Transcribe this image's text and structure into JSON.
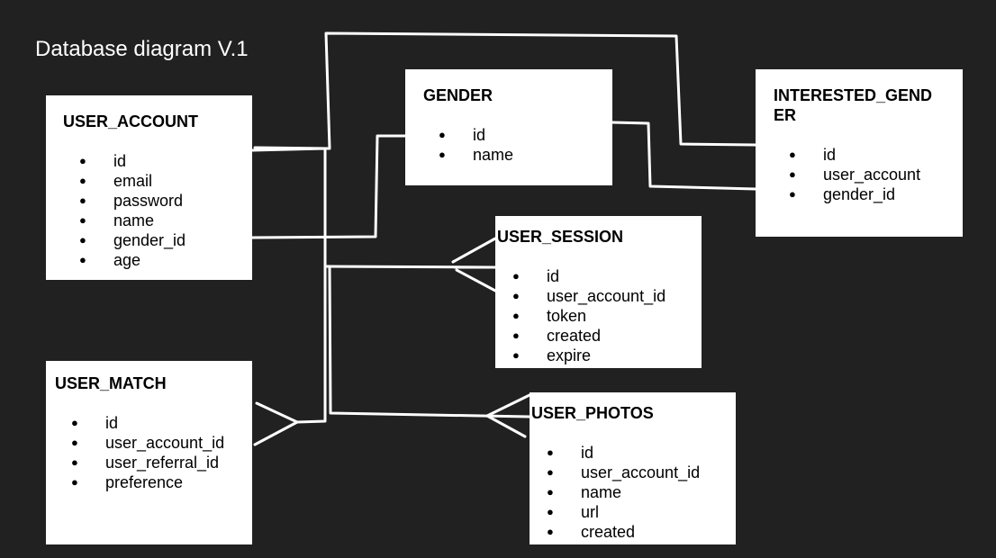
{
  "title": "Database diagram V.1",
  "entities": {
    "user_account": {
      "name": "USER_ACCOUNT",
      "fields": [
        "id",
        "email",
        "password",
        "name",
        "gender_id",
        "age"
      ]
    },
    "gender": {
      "name": "GENDER",
      "fields": [
        "id",
        "name"
      ]
    },
    "interested_gender": {
      "name": "INTERESTED_GEND\nER",
      "fields": [
        "id",
        "user_account",
        "gender_id"
      ]
    },
    "user_session": {
      "name": "USER_SESSION",
      "fields": [
        "id",
        "user_account_id",
        "token",
        "created",
        "expire"
      ]
    },
    "user_match": {
      "name": "USER_MATCH",
      "fields": [
        "id",
        "user_account_id",
        "user_referral_id",
        "preference"
      ]
    },
    "user_photos": {
      "name": "USER_PHOTOS",
      "fields": [
        "id",
        "user_account_id",
        "name",
        "url",
        "created"
      ]
    }
  },
  "relationships": [
    {
      "from": "user_account.gender_id",
      "to": "gender.id",
      "cardinality": "one-to-one"
    },
    {
      "from": "gender.id",
      "to": "interested_gender.gender_id",
      "cardinality": "one-to-one"
    },
    {
      "from": "user_account.id",
      "to": "interested_gender.user_account",
      "cardinality": "one-to-one"
    },
    {
      "from": "user_account.id",
      "to": "user_session.user_account_id",
      "cardinality": "one-to-many"
    },
    {
      "from": "user_account.id",
      "to": "user_match.user_account_id",
      "cardinality": "one-to-many"
    },
    {
      "from": "user_account.id",
      "to": "user_photos.user_account_id",
      "cardinality": "one-to-many"
    }
  ],
  "colors": {
    "background": "#212121",
    "entity_fill": "#ffffff",
    "entity_text": "#000000",
    "connector": "#ffffff",
    "title": "#ffffff"
  }
}
